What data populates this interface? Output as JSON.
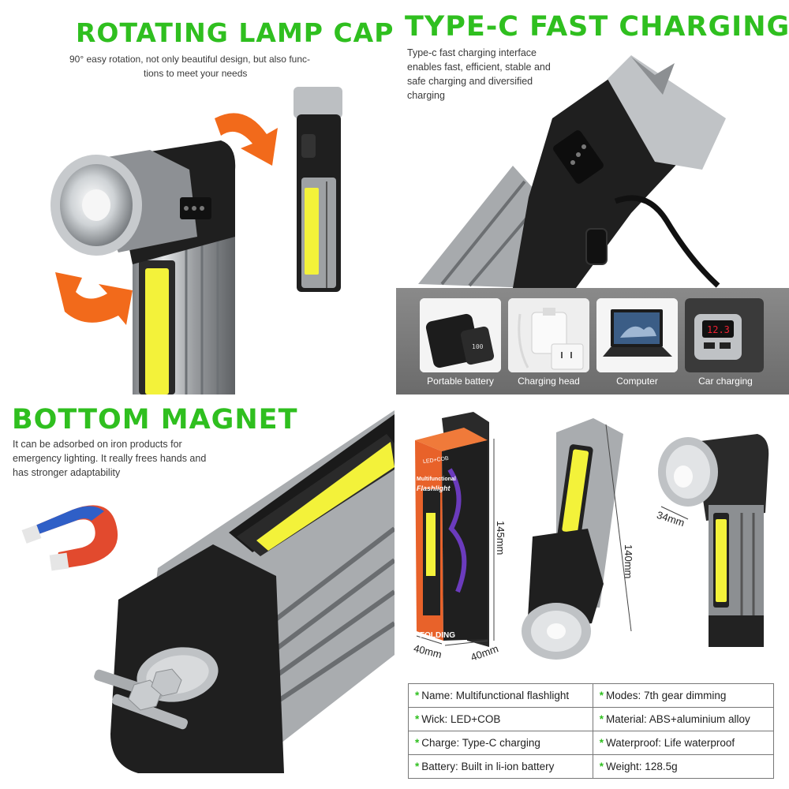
{
  "panels": {
    "rotating": {
      "title": "ROTATING LAMP CAP",
      "desc_line1": "90° easy rotation, not only beautiful design, but also func-",
      "desc_line2": "tions to meet your needs"
    },
    "charging": {
      "title": "TYPE-C FAST CHARGING",
      "desc_lines": [
        "Type-c fast charging interface",
        "enables fast, efficient, stable and",
        "safe charging and diversified",
        "charging"
      ],
      "devices": [
        {
          "label": "Portable battery",
          "icon": "power-bank-icon"
        },
        {
          "label": "Charging head",
          "icon": "charger-icon"
        },
        {
          "label": "Computer",
          "icon": "laptop-icon"
        },
        {
          "label": "Car charging",
          "icon": "car-charger-icon"
        }
      ]
    },
    "magnet": {
      "title": "BOTTOM MAGNET",
      "desc_lines": [
        "It can be adsorbed on iron products for",
        "emergency lighting. It really frees hands and",
        "has stronger adaptability"
      ]
    },
    "specs": {
      "box_text": {
        "brand": "LED+COB",
        "line1": "Multifunctional",
        "line2": "Flashlight",
        "footer": "FOLDING"
      },
      "dimensions": {
        "box_height": "145mm",
        "box_width": "40mm",
        "box_depth": "40mm",
        "light_length": "140mm",
        "head_diameter": "34mm"
      },
      "rows": [
        [
          "Name: Multifunctional flashlight",
          "Modes: 7th gear dimming"
        ],
        [
          "Wick: LED+COB",
          "Material: ABS+aluminium alloy"
        ],
        [
          "Charge: Type-C charging",
          "Waterproof: Life waterproof"
        ],
        [
          "Battery: Built in li-ion battery",
          "Weight: 128.5g"
        ]
      ],
      "bullet": "*"
    }
  },
  "colors": {
    "accent_green": "#2fbf1f",
    "arrow_orange": "#f26a1b",
    "cob_yellow": "#f3f23a",
    "body_black": "#1f1f1f",
    "aluminium": "#b9bcbf"
  }
}
